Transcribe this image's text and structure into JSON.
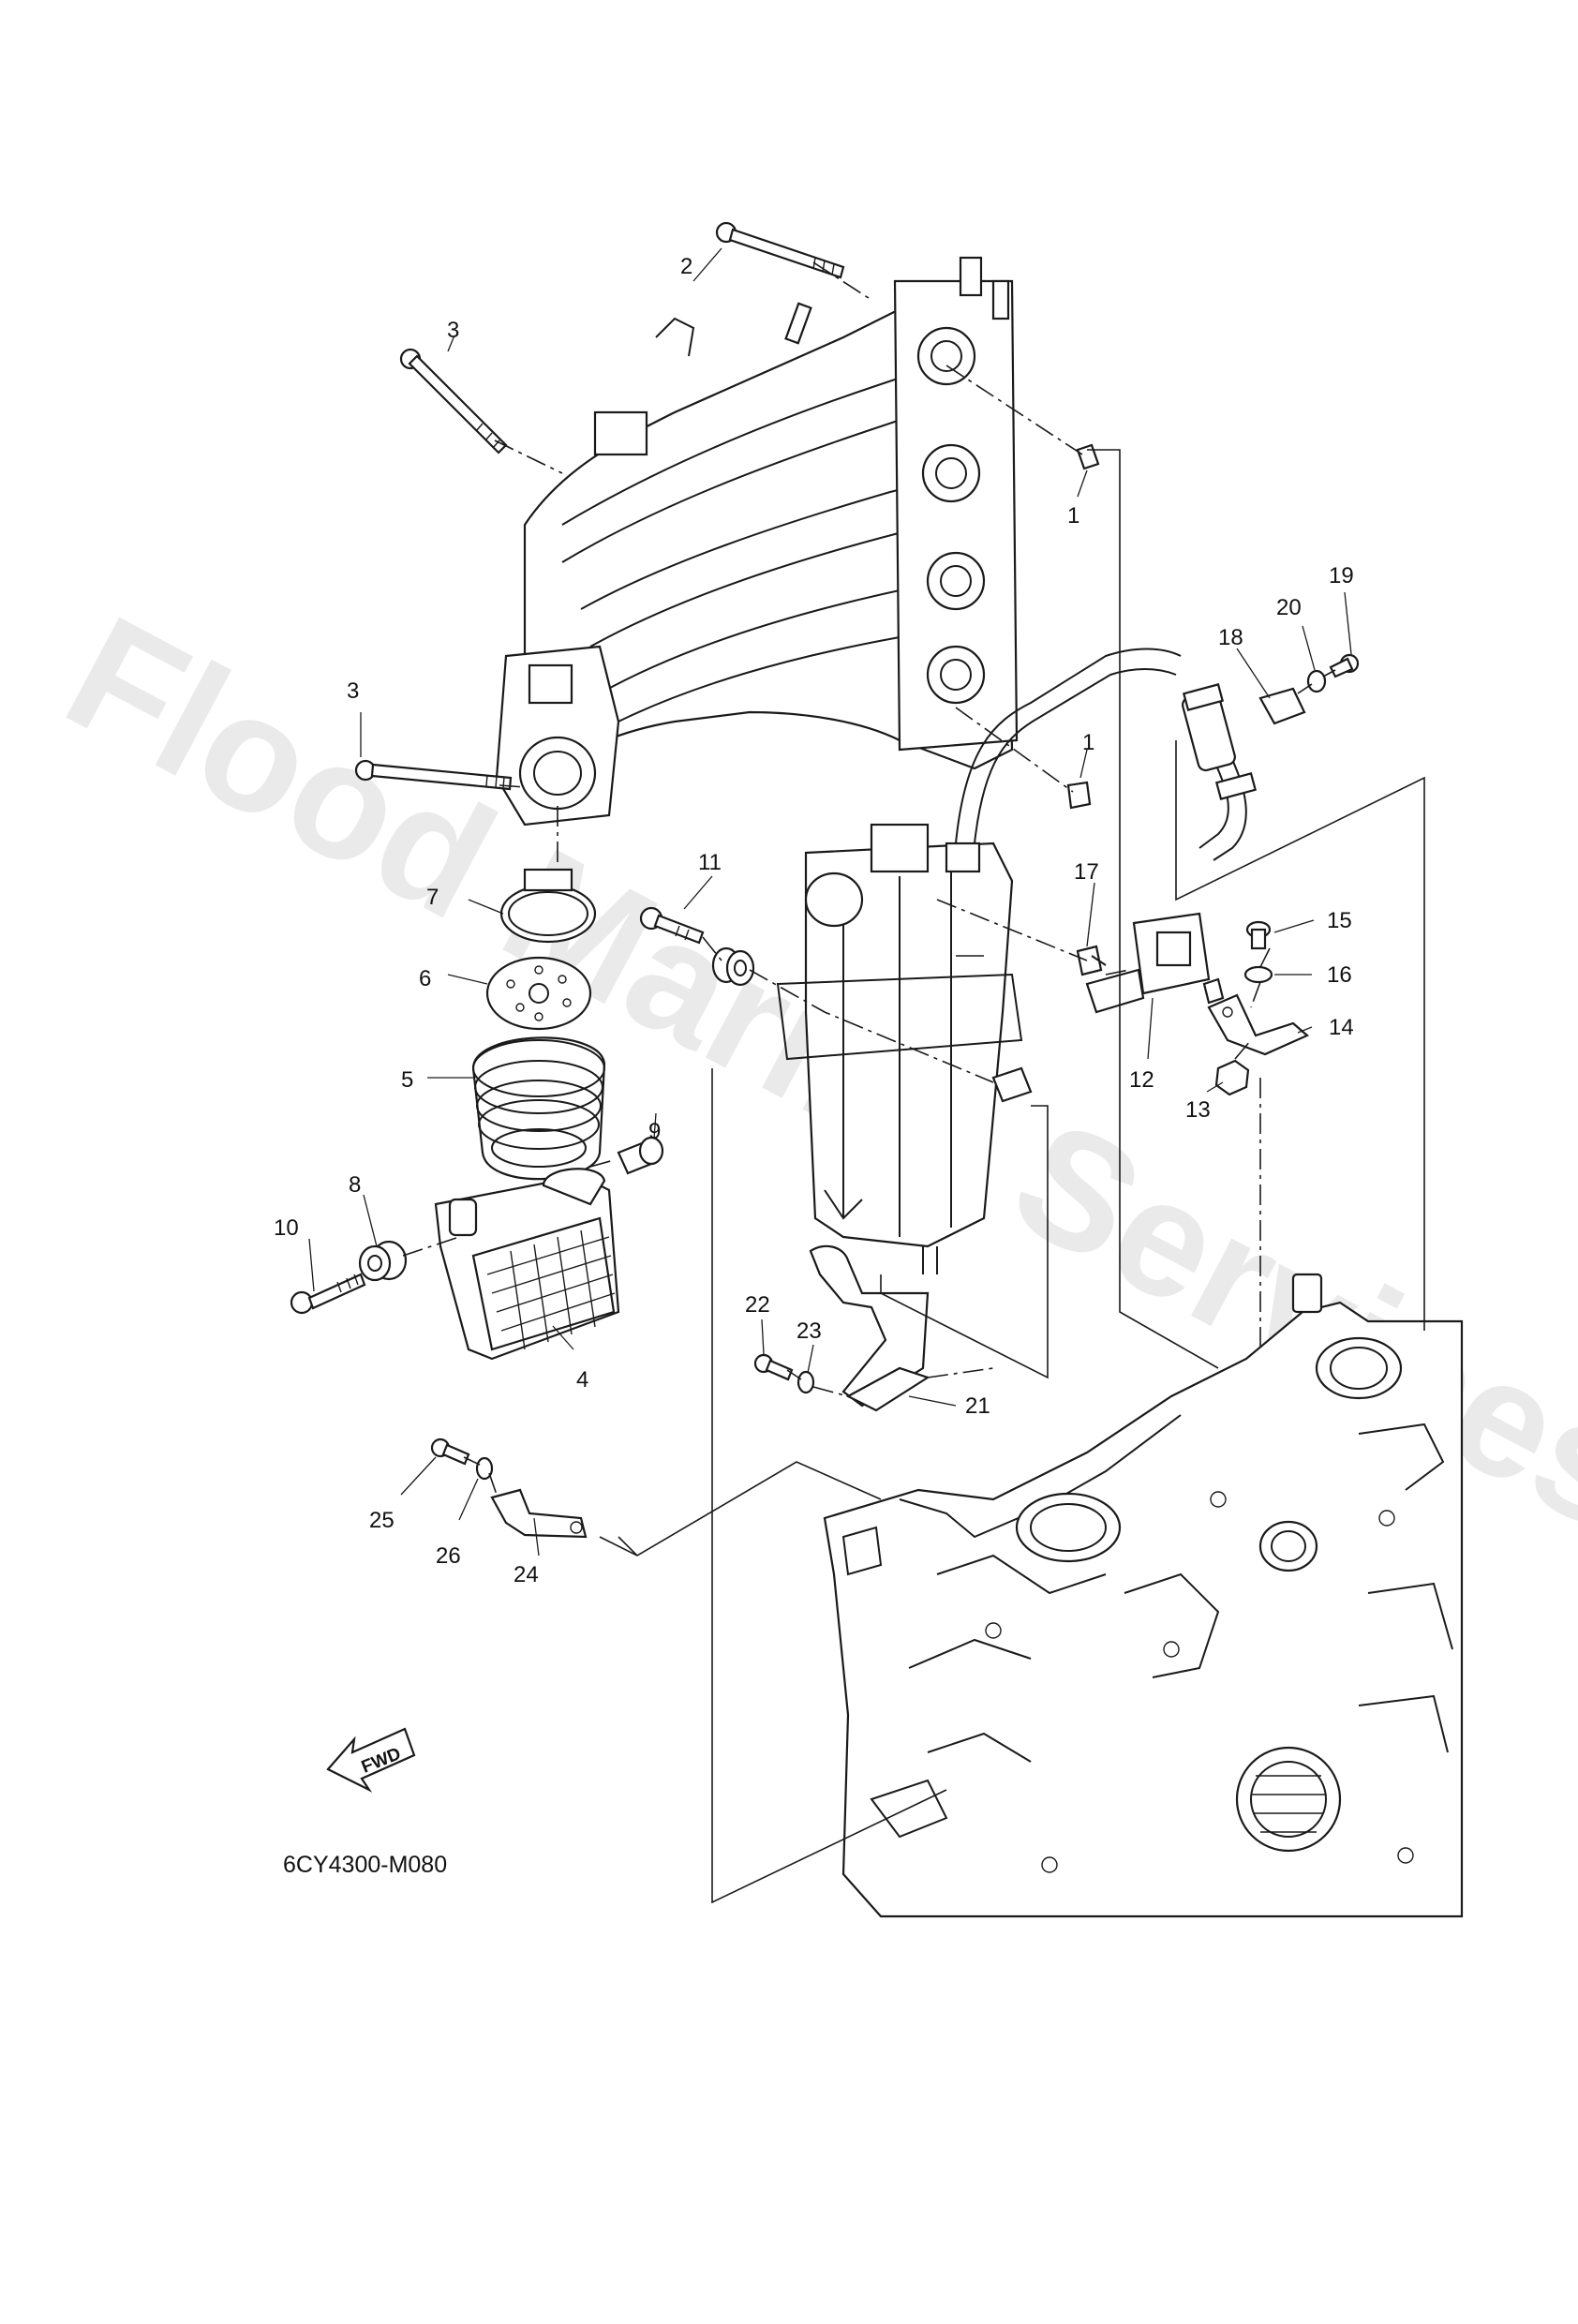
{
  "watermark": {
    "text": "Flood Marine Services"
  },
  "diagram_code": "6CY4300-M080",
  "direction_arrow": {
    "label": "FWD"
  },
  "callouts": [
    {
      "id": "c1a",
      "label": "1"
    },
    {
      "id": "c1b",
      "label": "1"
    },
    {
      "id": "c2",
      "label": "2"
    },
    {
      "id": "c3a",
      "label": "3"
    },
    {
      "id": "c3b",
      "label": "3"
    },
    {
      "id": "c4",
      "label": "4"
    },
    {
      "id": "c5",
      "label": "5"
    },
    {
      "id": "c6",
      "label": "6"
    },
    {
      "id": "c7",
      "label": "7"
    },
    {
      "id": "c8",
      "label": "8"
    },
    {
      "id": "c9",
      "label": "9"
    },
    {
      "id": "c10",
      "label": "10"
    },
    {
      "id": "c11",
      "label": "11"
    },
    {
      "id": "c12",
      "label": "12"
    },
    {
      "id": "c13",
      "label": "13"
    },
    {
      "id": "c14",
      "label": "14"
    },
    {
      "id": "c15",
      "label": "15"
    },
    {
      "id": "c16",
      "label": "16"
    },
    {
      "id": "c17",
      "label": "17"
    },
    {
      "id": "c18",
      "label": "18"
    },
    {
      "id": "c19",
      "label": "19"
    },
    {
      "id": "c20",
      "label": "20"
    },
    {
      "id": "c21",
      "label": "21"
    },
    {
      "id": "c22",
      "label": "22"
    },
    {
      "id": "c23",
      "label": "23"
    },
    {
      "id": "c24",
      "label": "24"
    },
    {
      "id": "c25",
      "label": "25"
    },
    {
      "id": "c26",
      "label": "26"
    }
  ]
}
